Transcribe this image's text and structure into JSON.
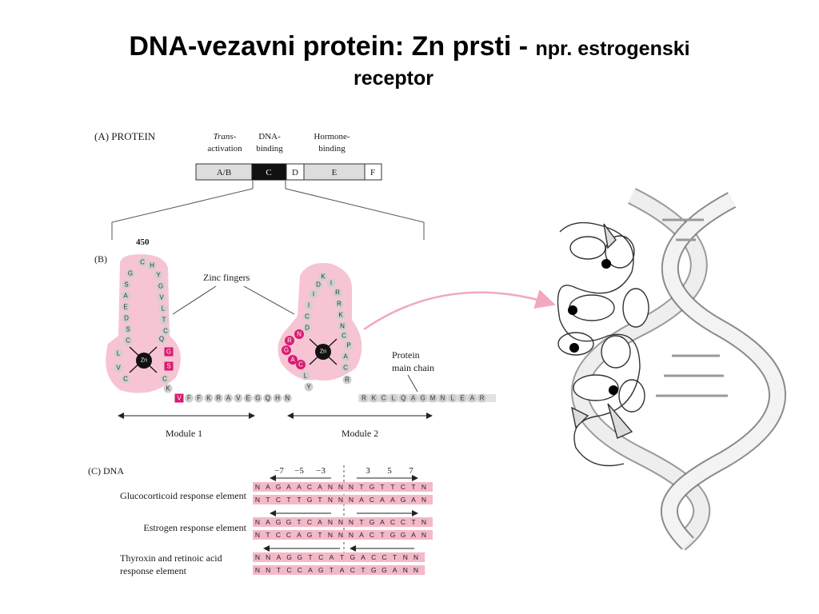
{
  "title": {
    "main": "DNA-vezavni protein: Zn prsti - ",
    "sub": "npr. estrogenski",
    "line2": "receptor"
  },
  "panel_a": {
    "label": "(A) PROTEIN",
    "domain_labels": {
      "transactivation_1": "Trans-",
      "transactivation_2": "activation",
      "dna_binding_1": "DNA-",
      "dna_binding_2": "binding",
      "hormone_binding_1": "Hormone-",
      "hormone_binding_2": "binding"
    },
    "domains": [
      {
        "id": "AB",
        "label": "A/B"
      },
      {
        "id": "C",
        "label": "C"
      },
      {
        "id": "D",
        "label": "D"
      },
      {
        "id": "E",
        "label": "E"
      },
      {
        "id": "F",
        "label": "F"
      }
    ]
  },
  "panel_b": {
    "label": "(B)",
    "residue_number": "450",
    "zinc_fingers_label": "Zinc fingers",
    "zn_label": "Zn",
    "protein_chain_1": "Protein",
    "protein_chain_2": "main chain",
    "module1": "Module 1",
    "module2": "Module 2",
    "finger1_residues": [
      "C",
      "H",
      "Y",
      "G",
      "V",
      "L",
      "T",
      "C",
      "G",
      "S",
      "C",
      "K",
      "Q",
      "C",
      "V",
      "L",
      "C",
      "S",
      "D",
      "E",
      "A",
      "S",
      "G"
    ],
    "finger2_residues": [
      "K",
      "I",
      "R",
      "R",
      "K",
      "N",
      "C",
      "P",
      "A",
      "C",
      "R",
      "Y",
      "L",
      "C",
      "A",
      "G",
      "R",
      "N",
      "D",
      "C",
      "I",
      "I",
      "D"
    ],
    "linker1": [
      "V",
      "F",
      "F",
      "K",
      "R",
      "A",
      "V",
      "E",
      "G",
      "Q",
      "H",
      "N"
    ],
    "linker2": [
      "R",
      "K",
      "C",
      "L",
      "Q",
      "A",
      "G",
      "M",
      "N",
      "L",
      "E",
      "A",
      "R"
    ]
  },
  "panel_c": {
    "label": "(C) DNA",
    "positions_left": [
      "−7",
      "−5",
      "−3"
    ],
    "positions_right": [
      "3",
      "5",
      "7"
    ],
    "elements": [
      {
        "name_1": "Glucocorticoid response element",
        "name_2": "",
        "top": [
          "N",
          "A",
          "G",
          "A",
          "A",
          "C",
          "A",
          "N",
          "N",
          "N",
          "T",
          "G",
          "T",
          "T",
          "C",
          "T",
          "N"
        ],
        "bottom": [
          "N",
          "T",
          "C",
          "T",
          "T",
          "G",
          "T",
          "N",
          "N",
          "N",
          "A",
          "C",
          "A",
          "A",
          "G",
          "A",
          "N"
        ]
      },
      {
        "name_1": "Estrogen response element",
        "name_2": "",
        "top": [
          "N",
          "A",
          "G",
          "G",
          "T",
          "C",
          "A",
          "N",
          "N",
          "N",
          "T",
          "G",
          "A",
          "C",
          "C",
          "T",
          "N"
        ],
        "bottom": [
          "N",
          "T",
          "C",
          "C",
          "A",
          "G",
          "T",
          "N",
          "N",
          "N",
          "A",
          "C",
          "T",
          "G",
          "G",
          "A",
          "N"
        ]
      },
      {
        "name_1": "Thyroxin and retinoic acid",
        "name_2": "response element",
        "top": [
          "N",
          "N",
          "A",
          "G",
          "G",
          "T",
          "C",
          "A",
          "T",
          "G",
          "A",
          "C",
          "C",
          "T",
          "N",
          "N"
        ],
        "bottom": [
          "N",
          "N",
          "T",
          "C",
          "C",
          "A",
          "G",
          "T",
          "A",
          "C",
          "T",
          "G",
          "G",
          "A",
          "N",
          "N"
        ]
      }
    ]
  },
  "colors": {
    "pink": "#f6c4d2",
    "magenta": "#d81b72",
    "residue_grey": "#cfcfcf",
    "domain_grey": "#dddddd",
    "nucleotide_pink": "#f3b9c9"
  }
}
